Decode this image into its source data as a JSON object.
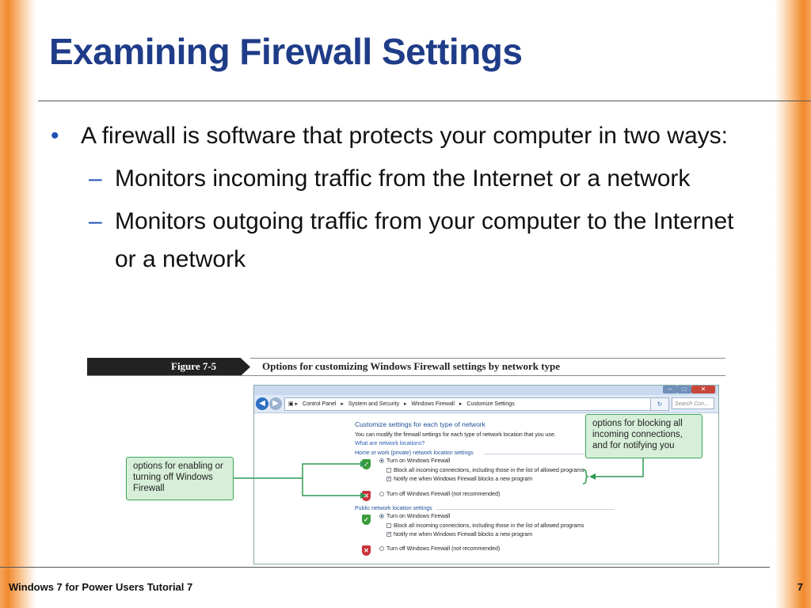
{
  "slide": {
    "title": "Examining Firewall Settings",
    "bullets": {
      "main": "A firewall is software that protects your computer in two ways:",
      "sub": [
        "Monitors incoming traffic from the Internet or a network",
        "Monitors outgoing traffic from your computer to the Internet or a network"
      ]
    },
    "figure": {
      "number": "Figure 7-5",
      "caption": "Options for customizing Windows Firewall settings by network type"
    },
    "callouts": {
      "left": "options for enabling or turning off Windows Firewall",
      "right": "options for blocking all incoming connections, and for notifying you"
    },
    "footer": "Windows 7 for Power Users Tutorial 7",
    "page_number": "7",
    "colors": {
      "title": "#1f3c88",
      "bullet_marker": "#1f4fb4",
      "side_band": "#f18a2e",
      "callout_fill": "#d7efd9",
      "callout_border": "#3aa55a"
    }
  },
  "window": {
    "address": {
      "segments": [
        "Control Panel",
        "System and Security",
        "Windows Firewall",
        "Customize Settings"
      ],
      "search_placeholder": "Search Con..."
    },
    "content": {
      "heading": "Customize settings for each type of network",
      "description": "You can modify the firewall settings for each type of network location that you use.",
      "link": "What are network locations?",
      "home_section": "Home or work (private) network location settings",
      "public_section": "Public network location settings",
      "turn_on": "Turn on Windows Firewall",
      "block_all": "Block all incoming connections, including those in the list of allowed programs",
      "notify": "Notify me when Windows Firewall blocks a new program",
      "turn_off": "Turn off Windows Firewall (not recommended)"
    }
  }
}
